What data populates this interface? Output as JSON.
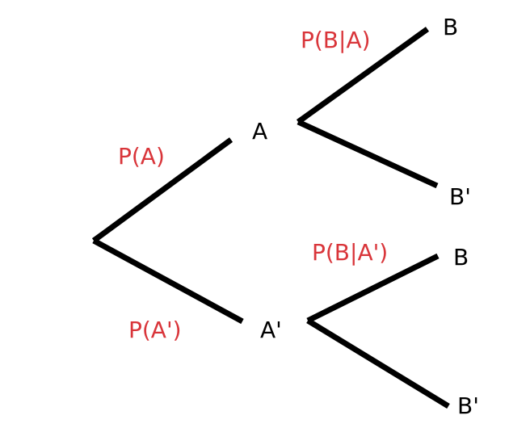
{
  "colors": {
    "branch": "#000000",
    "node_text": "#000000",
    "probability_text": "#d9353a"
  },
  "nodes": {
    "a": "A",
    "a_complement": "A'",
    "b_given_a": "B",
    "b_complement_given_a": "B'",
    "b_given_a_complement": "B",
    "b_complement_given_a_complement": "B'"
  },
  "probabilities": {
    "p_a": "P(A)",
    "p_a_complement": "P(A')",
    "p_b_given_a": "P(B|A)",
    "p_b_given_a_complement": "P(B|A')"
  }
}
